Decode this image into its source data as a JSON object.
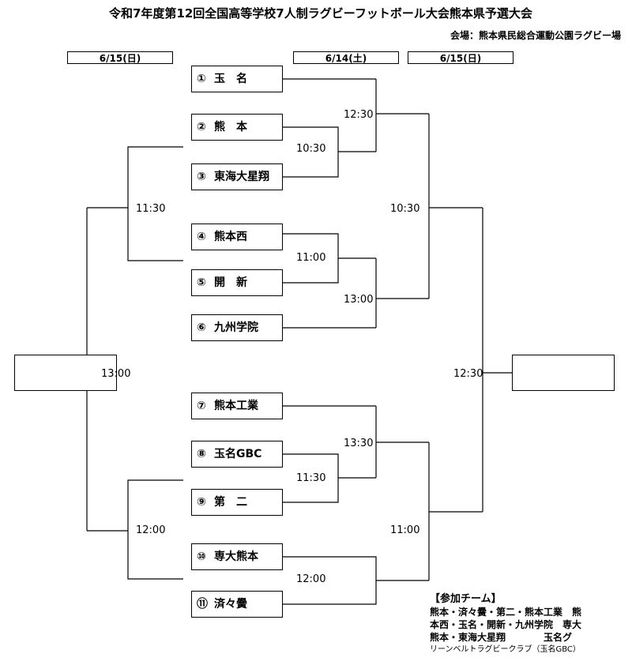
{
  "header": {
    "title": "令和7年度第12回全国高等学校7人制ラグビーフットボール大会熊本県予選大会",
    "venue": "会場：熊本県民総合運動公園ラグビー場"
  },
  "dates": {
    "left": "6/15(日)",
    "center": "6/14(土)",
    "right": "6/15(日)"
  },
  "teams": [
    {
      "num": "①",
      "name": "玉　名"
    },
    {
      "num": "②",
      "name": "熊　本"
    },
    {
      "num": "③",
      "name": "東海大星翔"
    },
    {
      "num": "④",
      "name": "熊本西"
    },
    {
      "num": "⑤",
      "name": "開　新"
    },
    {
      "num": "⑥",
      "name": "九州学院"
    },
    {
      "num": "⑦",
      "name": "熊本工業"
    },
    {
      "num": "⑧",
      "name": "玉名GBC"
    },
    {
      "num": "⑨",
      "name": "第　二"
    },
    {
      "num": "⑩",
      "name": "専大熊本"
    },
    {
      "num": "⑪",
      "name": "済々黌"
    }
  ],
  "times": {
    "m_2_3": "10:30",
    "m_1": "12:30",
    "m_4_5": "11:00",
    "m_6": "13:00",
    "m_8_9": "11:30",
    "m_7": "13:30",
    "m_10_11": "12:00",
    "right_top": "10:30",
    "right_bottom": "11:00",
    "right_final": "12:30",
    "left_top": "11:30",
    "left_bottom": "12:00",
    "left_final": "13:00"
  },
  "participants": {
    "heading": "【参加チーム】",
    "line1": "熊本・済々黌・第二・熊本工業　熊",
    "line2": "本西・玉名・開新・九州学院　専大",
    "line3": "熊本・東海大星翔　　　　玉名グ",
    "line4": "リーンベルトラグビークラブ（玉名GBC）"
  }
}
